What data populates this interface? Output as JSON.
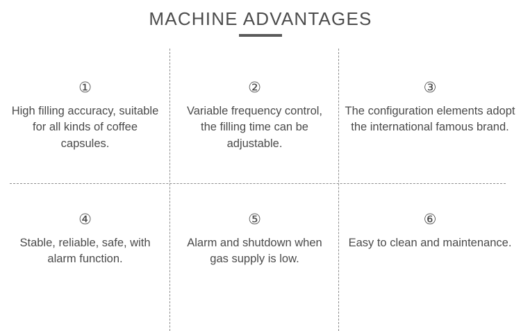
{
  "header": {
    "title": "MACHINE ADVANTAGES",
    "accent_color": "#5a5a5a"
  },
  "theme": {
    "background": "#ffffff",
    "text_color": "#4a4a4a",
    "divider_color": "#8e8e8e"
  },
  "features": [
    {
      "number": "①",
      "number_value": "1",
      "text": "High filling accuracy, suitable for all kinds of coffee capsules."
    },
    {
      "number": "②",
      "number_value": "2",
      "text": "Variable frequency control, the filling time can be adjustable."
    },
    {
      "number": "③",
      "number_value": "3",
      "text": "The configuration elements adopt the international famous brand."
    },
    {
      "number": "④",
      "number_value": "4",
      "text": "Stable, reliable, safe, with alarm function."
    },
    {
      "number": "⑤",
      "number_value": "5",
      "text": "Alarm and shutdown when gas supply is low."
    },
    {
      "number": "⑥",
      "number_value": "6",
      "text": "Easy to clean and maintenance."
    }
  ]
}
